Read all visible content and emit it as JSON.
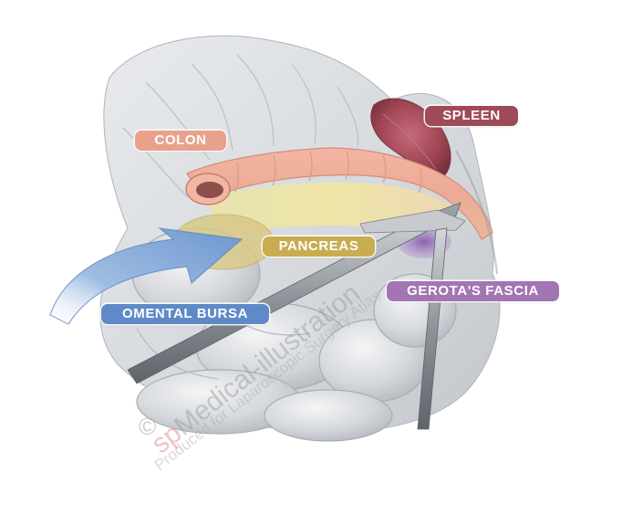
{
  "labels": {
    "colon": "COLON",
    "spleen": "SPLEEN",
    "pancreas": "PANCREAS",
    "gerotas_fascia": "GEROTA'S FASCIA",
    "omental_bursa": "OMENTAL BURSA"
  },
  "label_colors": {
    "colon": "#e8a28c",
    "spleen": "#9e4b57",
    "pancreas": "#c8ad50",
    "gerotas_fascia": "#a275b3",
    "omental_bursa": "#5f8ac7"
  },
  "watermark": {
    "copyright_symbol": "©",
    "brand_prefix": "sp",
    "brand_name": "Medical-illustration",
    "credit": "Produced for Laparoscopic Surgery Atlas"
  }
}
